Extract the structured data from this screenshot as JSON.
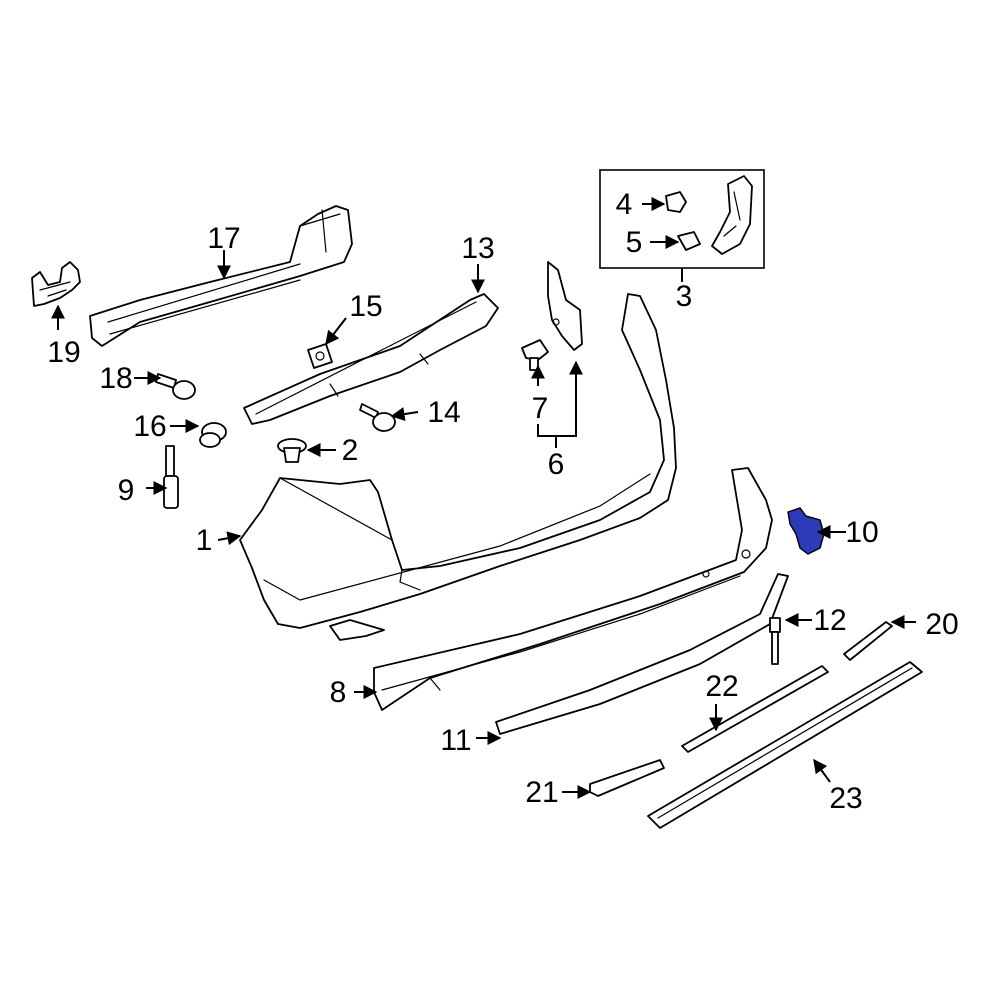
{
  "diagram": {
    "highlight_color": "#2d3bb8",
    "callouts": {
      "c1": "1",
      "c2": "2",
      "c3": "3",
      "c4": "4",
      "c5": "5",
      "c6": "6",
      "c7": "7",
      "c8": "8",
      "c9": "9",
      "c10": "10",
      "c11": "11",
      "c12": "12",
      "c13": "13",
      "c14": "14",
      "c15": "15",
      "c16": "16",
      "c17": "17",
      "c18": "18",
      "c19": "19",
      "c20": "20",
      "c21": "21",
      "c22": "22",
      "c23": "23"
    }
  }
}
